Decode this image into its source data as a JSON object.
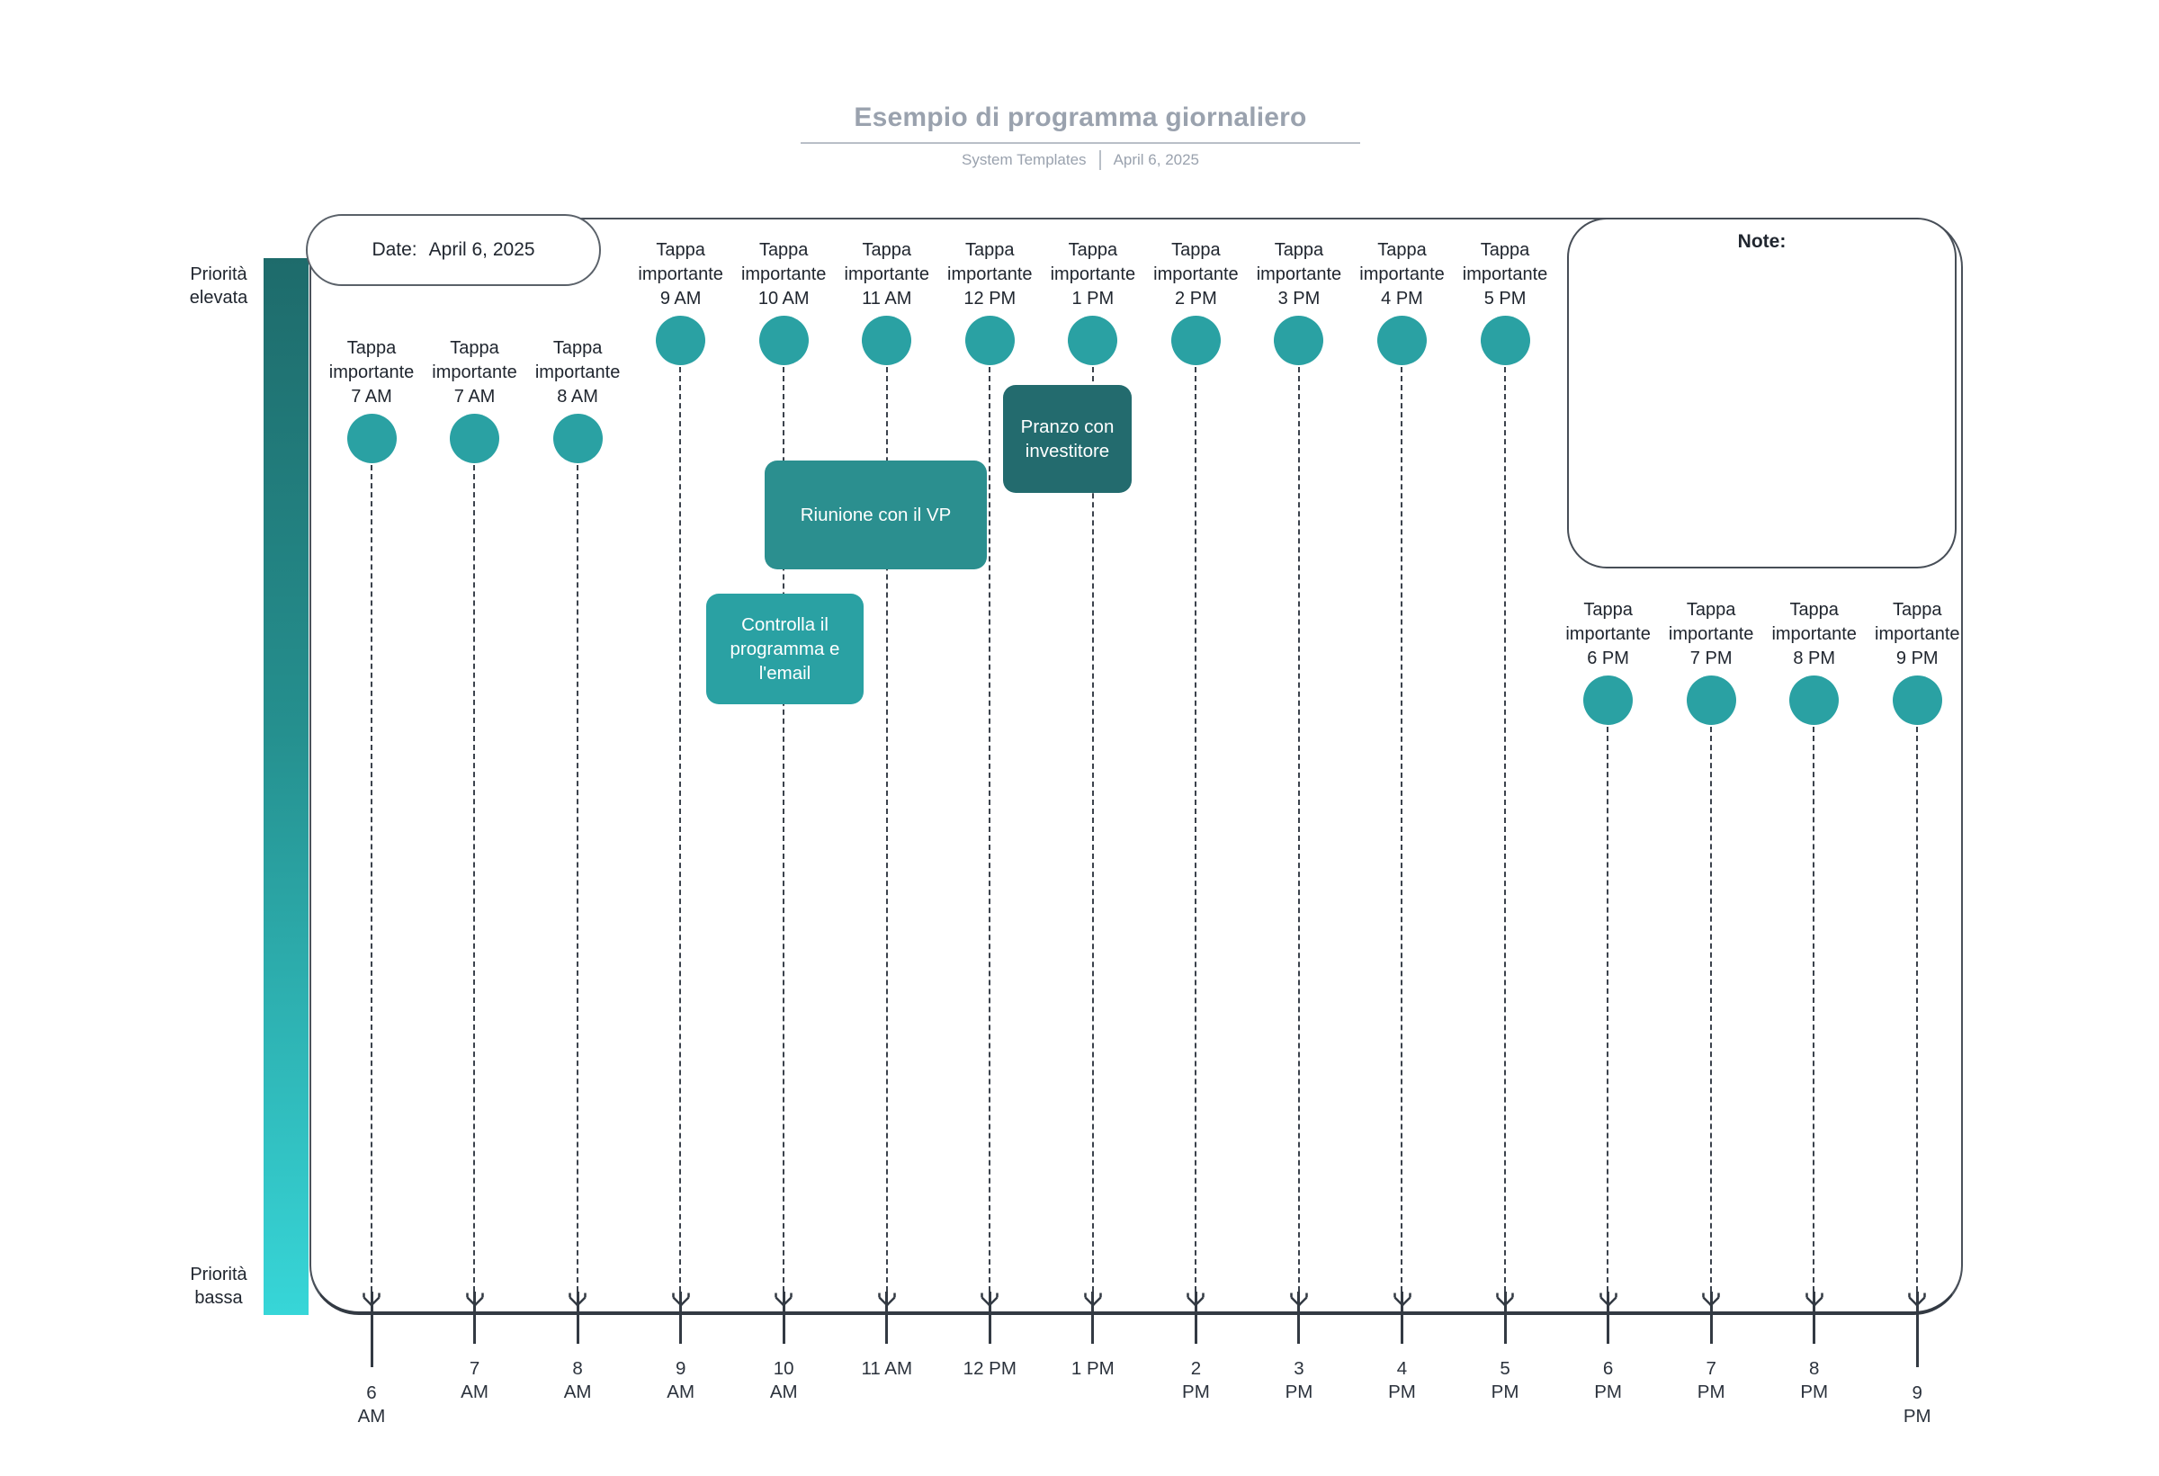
{
  "header": {
    "title": "Esempio di programma giornaliero",
    "brand": "System Templates",
    "date": "April 6, 2025"
  },
  "date_box": {
    "label": "Date:",
    "value": "April 6, 2025"
  },
  "note_box": {
    "title": "Note:"
  },
  "priority_axis": {
    "high": "Priorità\nelevata",
    "low": "Priorità\nbassa"
  },
  "events": [
    {
      "name": "check-schedule-email",
      "label": "Controlla il\nprogramma e\nl'email",
      "color": "#2aa1a3"
    },
    {
      "name": "vp-meeting",
      "label": "Riunione con il VP",
      "color": "#2b8f8f"
    },
    {
      "name": "investor-lunch",
      "label": "Pranzo con\ninvestitore",
      "color": "#236b6e"
    }
  ],
  "milestones": [
    {
      "label": "Tappa\nimportante\n7 AM",
      "row": "mid"
    },
    {
      "label": "Tappa\nimportante\n7 AM",
      "row": "mid"
    },
    {
      "label": "Tappa\nimportante\n8 AM",
      "row": "mid"
    },
    {
      "label": "Tappa\nimportante\n9 AM",
      "row": "top"
    },
    {
      "label": "Tappa\nimportante\n10 AM",
      "row": "top"
    },
    {
      "label": "Tappa\nimportante\n11 AM",
      "row": "top"
    },
    {
      "label": "Tappa\nimportante\n12 PM",
      "row": "top"
    },
    {
      "label": "Tappa\nimportante\n1 PM",
      "row": "top"
    },
    {
      "label": "Tappa\nimportante\n2 PM",
      "row": "top"
    },
    {
      "label": "Tappa\nimportante\n3 PM",
      "row": "top"
    },
    {
      "label": "Tappa\nimportante\n4 PM",
      "row": "top"
    },
    {
      "label": "Tappa\nimportante\n5 PM",
      "row": "top"
    },
    {
      "label": "Tappa\nimportante\n6 PM",
      "row": "low"
    },
    {
      "label": "Tappa\nimportante\n7 PM",
      "row": "low"
    },
    {
      "label": "Tappa\nimportante\n8 PM",
      "row": "low"
    },
    {
      "label": "Tappa\nimportante\n9 PM",
      "row": "low"
    }
  ],
  "time_axis": [
    {
      "label": "6\nAM",
      "low": true
    },
    {
      "label": "7\nAM",
      "low": false
    },
    {
      "label": "8\nAM",
      "low": false
    },
    {
      "label": "9\nAM",
      "low": false
    },
    {
      "label": "10\nAM",
      "low": false
    },
    {
      "label": "11 AM",
      "low": false
    },
    {
      "label": "12 PM",
      "low": false
    },
    {
      "label": "1 PM",
      "low": false
    },
    {
      "label": "2\nPM",
      "low": false
    },
    {
      "label": "3\nPM",
      "low": false
    },
    {
      "label": "4\nPM",
      "low": false
    },
    {
      "label": "5\nPM",
      "low": false
    },
    {
      "label": "6\nPM",
      "low": false
    },
    {
      "label": "7\nPM",
      "low": false
    },
    {
      "label": "8\nPM",
      "low": false
    },
    {
      "label": "9\nPM",
      "low": true
    }
  ],
  "colors": {
    "milestone": "#2aa1a3",
    "gradient_top": "#1e6b6b",
    "gradient_bottom": "#37d6d8",
    "guide_line": "#3b424c",
    "axis_line": "#333a43",
    "text_gray": "#9aa2ae",
    "text_dark": "#20262f"
  }
}
